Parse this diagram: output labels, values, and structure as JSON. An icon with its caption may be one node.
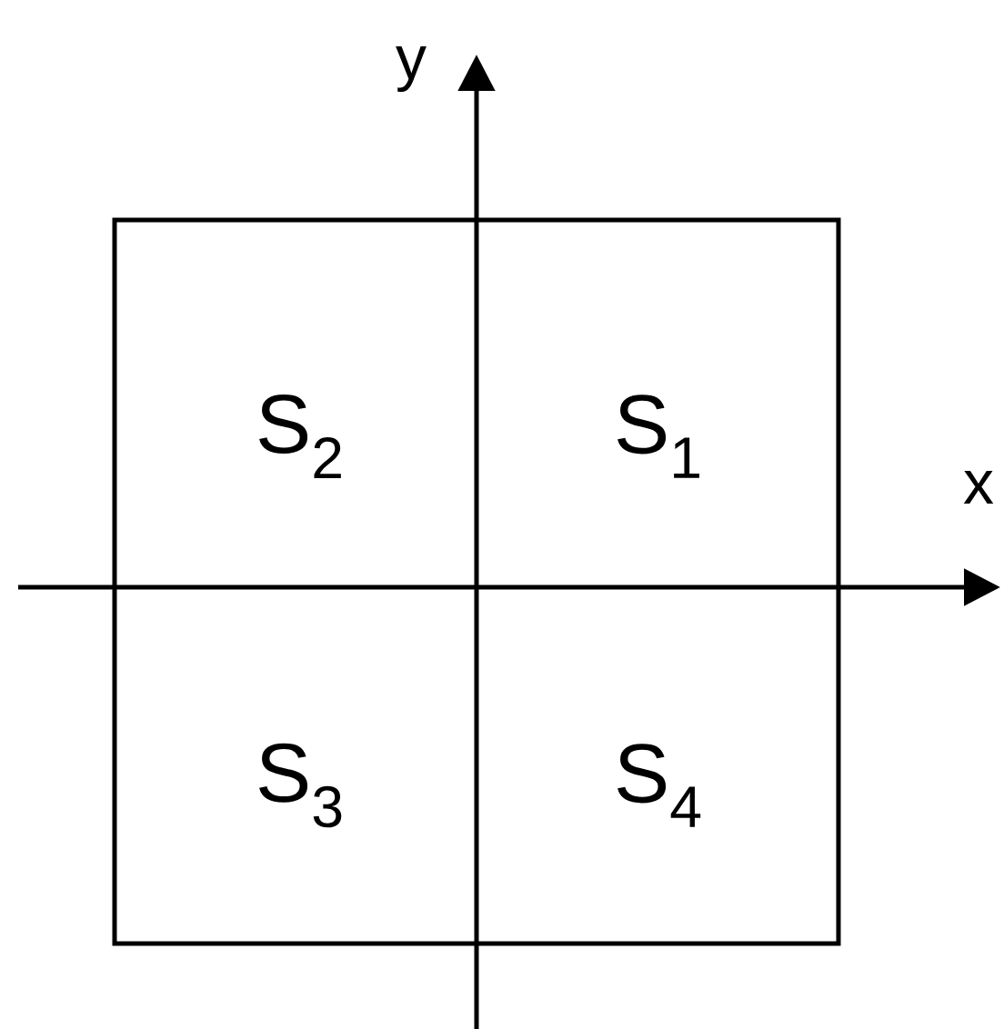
{
  "diagram": {
    "labels": [
      "y",
      "S$_{2}$",
      "S$_{1}$",
      "x",
      "S$_{3}$",
      "S$_{4}$"
    ]
  }
}
